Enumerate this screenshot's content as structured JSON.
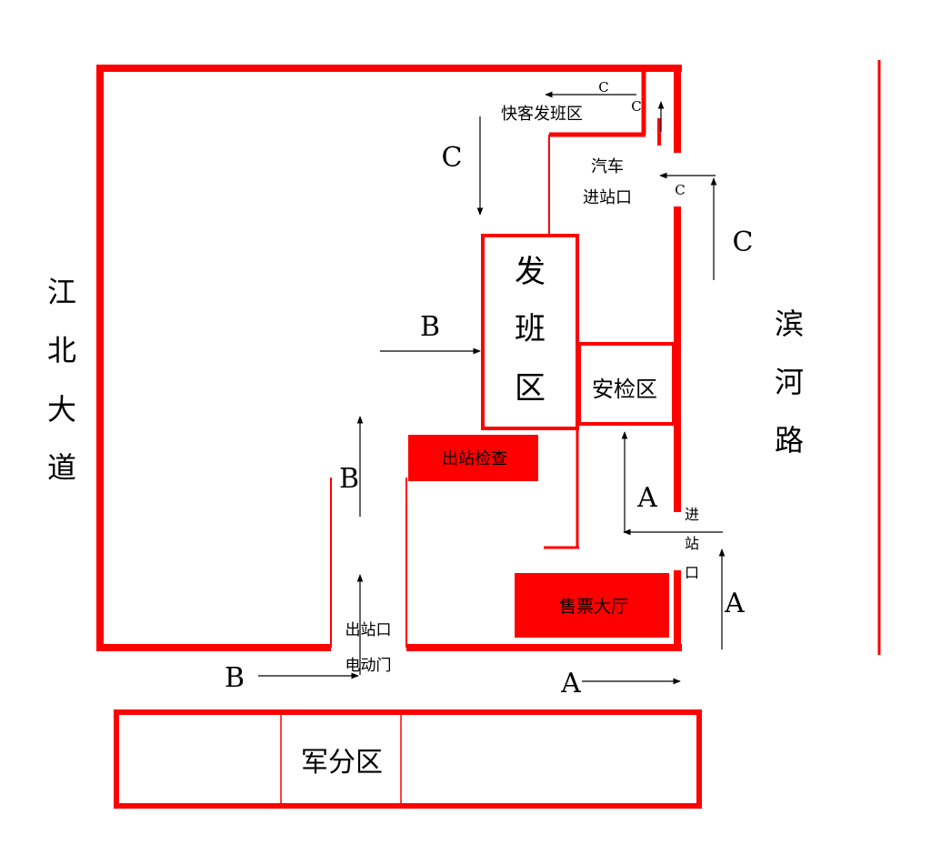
{
  "colors": {
    "wall": "#ff0000",
    "arrow": "#000000",
    "text": "#000000",
    "fill_text": "#000000"
  },
  "roads": {
    "left": [
      "江",
      "北",
      "大",
      "道"
    ],
    "right": [
      "滨",
      "河",
      "路"
    ]
  },
  "areas": {
    "dispatch": [
      "发",
      "班",
      "区"
    ],
    "security": "安检区",
    "exit_check": "出站检查",
    "ticket_hall": "售票大厅",
    "express": "快客发班区",
    "military": "军分区"
  },
  "gates": {
    "bus_entrance": [
      "汽车",
      "进站口"
    ],
    "passenger_entrance": [
      "进",
      "站",
      "口"
    ],
    "exit_gate": [
      "出站口",
      "电动门"
    ]
  },
  "flows": {
    "c_main": "C",
    "c_small_top": "C",
    "c_small_right": "C",
    "c_small_entry": "C",
    "c_right": "C",
    "b_main": "B",
    "b_left": "B",
    "b_bottom": "B",
    "a_up": "A",
    "a_right": "A",
    "a_bottom": "A"
  }
}
